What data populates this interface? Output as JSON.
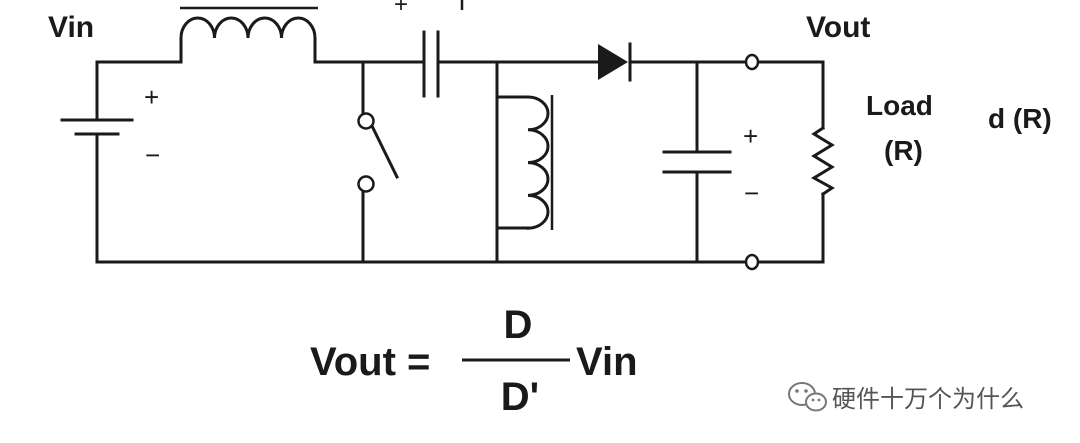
{
  "labels": {
    "vin": "Vin",
    "vout": "Vout",
    "load_line1": "Load",
    "load_line2": "(R)",
    "load_cut": "d (R)",
    "plus": "+",
    "minus": "−"
  },
  "formula": {
    "lhs": "Vout =",
    "numerator": "D",
    "denominator": "D'",
    "rhs": "Vin"
  },
  "watermark": {
    "text": "硬件十万个为什么",
    "icon": "wechat-icon"
  }
}
